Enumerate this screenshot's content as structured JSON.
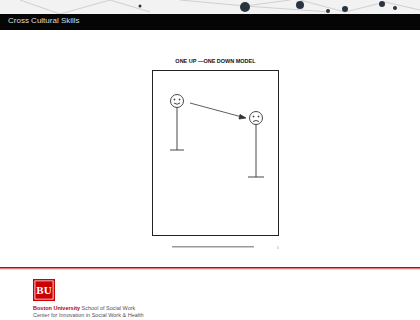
{
  "diagram": {
    "title": "Cross Cultural Skills",
    "nodes": [
      {
        "text": [
          "BU"
        ]
      }
    ],
    "labels": [
      "ONE UP —ONE DOWN MODEL",
      "Boston University",
      "School of Social Work",
      "Center for Innovation in Social Work & Health"
    ]
  }
}
